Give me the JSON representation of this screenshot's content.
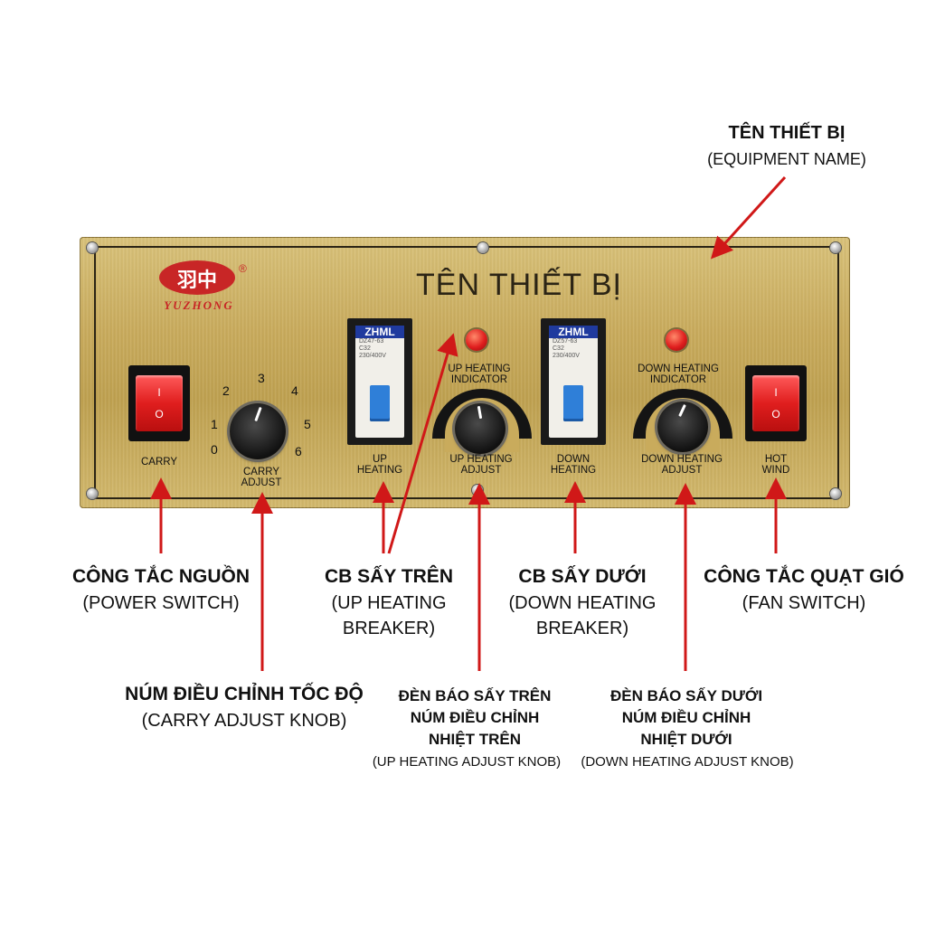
{
  "panel": {
    "title": "TÊN THIẾT BỊ",
    "logo_chars": "羽中",
    "logo_text": "YUZHONG",
    "logo_reg": "®",
    "carry_label": "CARRY",
    "carry_adjust_label": "CARRY\nADJUST",
    "scale": [
      "0",
      "1",
      "2",
      "3",
      "4",
      "5",
      "6"
    ],
    "up_heating_label": "UP\nHEATING",
    "up_heating_indicator_label": "UP HEATING\nINDICATOR",
    "up_heating_adjust_label": "UP HEATING\nADJUST",
    "down_heating_label": "DOWN\nHEATING",
    "down_heating_indicator_label": "DOWN HEATING\nINDICATOR",
    "down_heating_adjust_label": "DOWN HEATING\nADJUST",
    "hot_wind_label": "HOT\nWIND",
    "rocker_on": "I",
    "rocker_off": "O",
    "breaker_brand": "ZHML"
  },
  "callouts": {
    "equipment_name": {
      "main": "TÊN THIẾT BỊ",
      "sub": "(EQUIPMENT NAME)"
    },
    "power_switch": {
      "main": "CÔNG TẮC NGUỒN",
      "sub": "(POWER SWITCH)"
    },
    "carry_adjust_knob": {
      "main": "NÚM ĐIỀU CHỈNH TỐC ĐỘ",
      "sub": "(CARRY ADJUST KNOB)"
    },
    "up_heating_breaker": {
      "main": "CB SẤY TRÊN",
      "sub1": "(UP HEATING",
      "sub2": "BREAKER)"
    },
    "down_heating_breaker": {
      "main": "CB SẤY DƯỚI",
      "sub1": "(DOWN HEATING",
      "sub2": "BREAKER)"
    },
    "fan_switch": {
      "main": "CÔNG TẮC QUẠT GIÓ",
      "sub": "(FAN SWITCH)"
    },
    "up_heating_knob": {
      "line1": "ĐÈN BÁO SẤY TRÊN",
      "line2": "NÚM ĐIỀU CHỈNH",
      "line3": "NHIỆT TRÊN",
      "sub": "(UP HEATING ADJUST KNOB)"
    },
    "down_heating_knob": {
      "line1": "ĐÈN BÁO SẤY DƯỚI",
      "line2": "NÚM ĐIỀU CHỈNH",
      "line3": "NHIỆT DƯỚI",
      "sub": "(DOWN HEATING ADJUST KNOB)"
    }
  },
  "colors": {
    "arrow": "#d01818",
    "panel": "#c9ab5c",
    "rocker": "#e01e1e",
    "breaker_toggle": "#2f7fd8"
  }
}
